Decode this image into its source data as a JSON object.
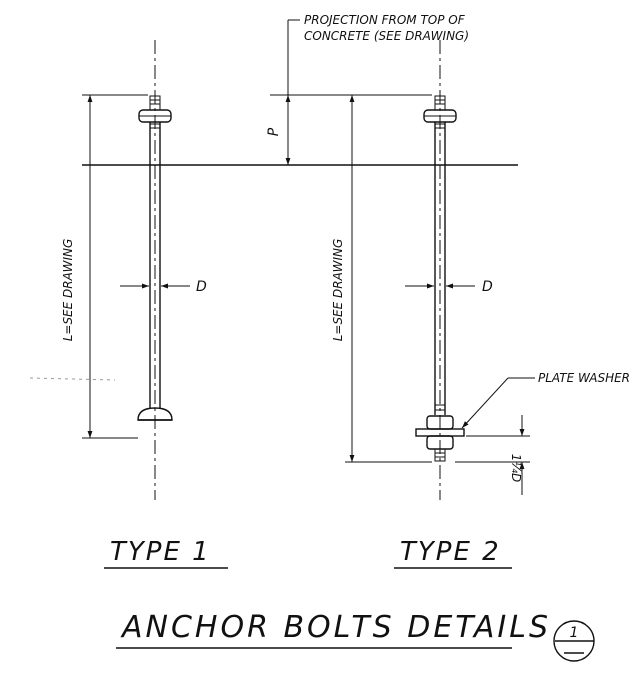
{
  "title": "ANCHOR BOLTS DETAILS",
  "detail_number": "1",
  "type1": {
    "label": "TYPE 1",
    "length_label": "L=SEE DRAWING",
    "diameter_label": "D"
  },
  "type2": {
    "label": "TYPE 2",
    "length_label": "L=SEE DRAWING",
    "diameter_label": "D",
    "washer_label": "PLATE WASHER",
    "extension_label": "1¼D"
  },
  "projection": {
    "note_line1": "PROJECTION FROM TOP OF",
    "note_line2": "CONCRETE (SEE DRAWING)",
    "label": "P"
  }
}
